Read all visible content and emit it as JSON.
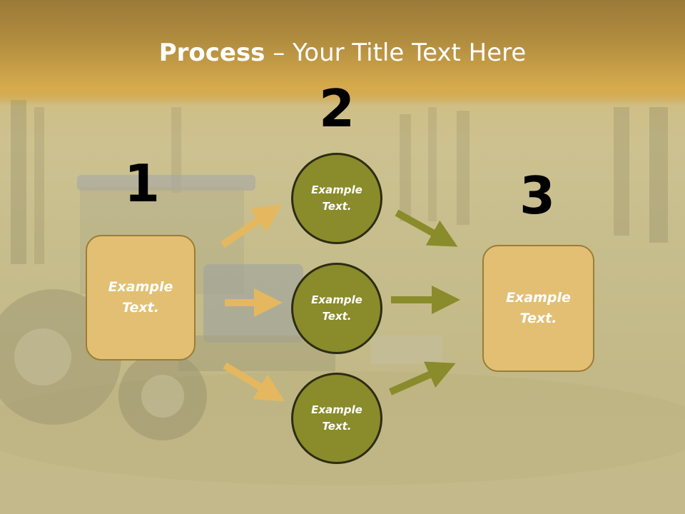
{
  "title": {
    "bold": "Process",
    "rest": " – Your Title Text Here"
  },
  "steps": [
    {
      "number": "1",
      "line1": "Example",
      "line2": "Text."
    },
    {
      "number": "2",
      "line1": "Example",
      "line2": "Text."
    },
    {
      "number": "3",
      "line1": "Example",
      "line2": "Text."
    }
  ],
  "circles": [
    {
      "line1": "Example",
      "line2": "Text."
    },
    {
      "line1": "Example",
      "line2": "Text."
    },
    {
      "line1": "Example",
      "line2": "Text."
    }
  ],
  "colors": {
    "header": "#b48f3e",
    "box_fill": "#e2bf73",
    "circle_fill": "#8a8b2b",
    "arrow_gold": "#e5b85f",
    "arrow_olive": "#8a8b2b"
  }
}
